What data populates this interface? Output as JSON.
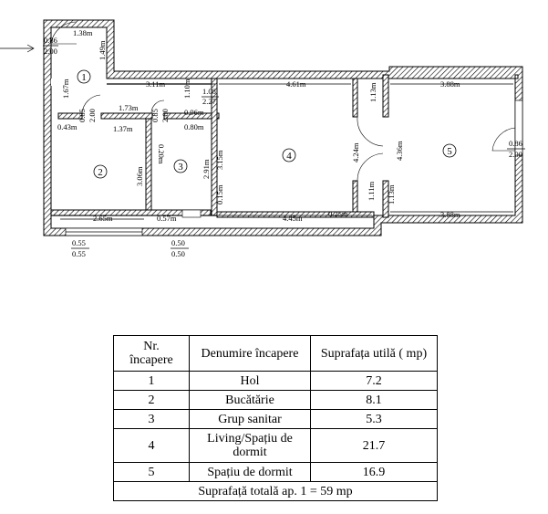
{
  "plan": {
    "room_numbers": [
      "1",
      "2",
      "3",
      "4",
      "5"
    ],
    "dimensions": {
      "entry_door": [
        "0.86",
        "2.00"
      ],
      "hol_top": "1.38m",
      "hol_side_top": "1.49m",
      "hol_left": "1.67m",
      "corridor": "3.11m",
      "wall_110": "1.10m",
      "door_center": [
        "1.08",
        "2.27"
      ],
      "living_top": "4.61m",
      "living_side_top": "1.13m",
      "bed_top": "3.88m",
      "dim_085": [
        "0.85",
        "2.00"
      ],
      "dim_043": "0.43m",
      "kitchen_top": "1.73m",
      "kitchen_inner": "1.37m",
      "bath_left": [
        "0.85",
        "2.00"
      ],
      "bath_w1": "0.96m",
      "bath_w2": "0.80m",
      "bath_020": "0.20m",
      "kitchen_h": "3.06m",
      "bath_h": "2.91m",
      "bath_h2": "3.15m",
      "dim_015": "0.15m",
      "living_h": "4.24m",
      "bed_h": "4.36m",
      "bed_door": [
        "0.86",
        "2.00"
      ],
      "living_low_side": "1.11m",
      "bed_low_side": "1.13m",
      "kitchen_bottom": "2.65m",
      "bath_bottom": "0.57m",
      "living_bottom": "4.45m",
      "dim_025": "0.25m",
      "bed_bottom": "3.88m",
      "win_kitchen": [
        "0.55",
        "0.55"
      ],
      "win_bath": [
        "0.50",
        "0.50"
      ]
    }
  },
  "table": {
    "headers": [
      "Nr.\nîncapere",
      "Denumire încapere",
      "Suprafața utilă ( mp)"
    ],
    "rows": [
      {
        "nr": "1",
        "name": "Hol",
        "area": "7.2"
      },
      {
        "nr": "2",
        "name": "Bucătărie",
        "area": "8.1"
      },
      {
        "nr": "3",
        "name": "Grup sanitar",
        "area": "5.3"
      },
      {
        "nr": "4",
        "name": "Living/Spațiu de dormit",
        "area": "21.7"
      },
      {
        "nr": "5",
        "name": "Spațiu de dormit",
        "area": "16.9"
      }
    ],
    "total": "Suprafață totală ap. 1 =  59 mp"
  }
}
